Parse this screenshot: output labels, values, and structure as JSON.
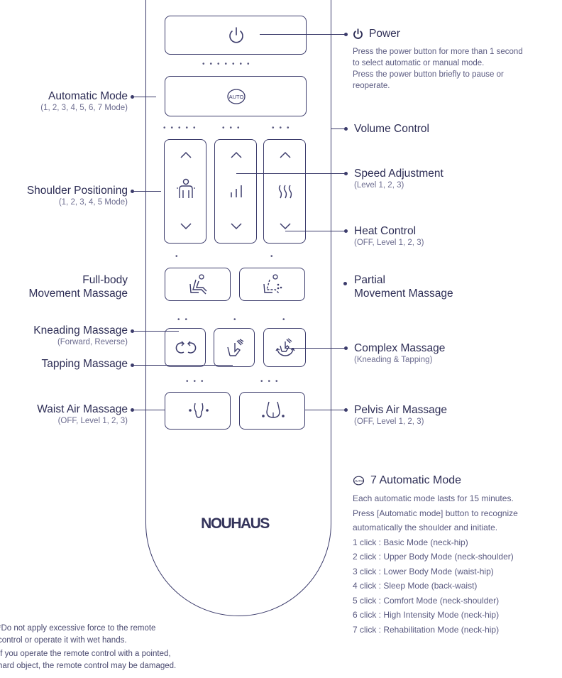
{
  "brand": "NOUHAUS",
  "buttons": {
    "auto_label": "AUTO"
  },
  "callouts": {
    "power": {
      "title": "Power",
      "desc": [
        "Press the power button for more than 1 second",
        "to select automatic or manual mode.",
        "Press the power button briefly to pause or",
        "reoperate."
      ]
    },
    "automatic_mode": {
      "title": "Automatic Mode",
      "sub": "(1, 2, 3, 4, 5, 6, 7 Mode)"
    },
    "volume": {
      "title": "Volume Control"
    },
    "speed": {
      "title": "Speed Adjustment",
      "sub": "(Level 1, 2, 3)"
    },
    "shoulder": {
      "title": "Shoulder Positioning",
      "sub": "(1, 2, 3, 4, 5 Mode)"
    },
    "heat": {
      "title": "Heat Control",
      "sub": "(OFF, Level 1, 2, 3)"
    },
    "fullbody": {
      "title1": "Full-body",
      "title2": "Movement Massage"
    },
    "partial": {
      "title1": "Partial",
      "title2": "Movement Massage"
    },
    "kneading": {
      "title": "Kneading Massage",
      "sub": "(Forward, Reverse)"
    },
    "tapping": {
      "title": "Tapping Massage"
    },
    "complex": {
      "title": "Complex Massage",
      "sub": "(Kneading & Tapping)"
    },
    "waist": {
      "title": "Waist Air Massage",
      "sub": "(OFF, Level 1, 2, 3)"
    },
    "pelvis": {
      "title": "Pelvis Air Massage",
      "sub": "(OFF, Level 1, 2, 3)"
    }
  },
  "auto_modes": {
    "heading": "7 Automatic Mode",
    "lines": [
      "Each automatic mode lasts for 15 minutes.",
      "Press [Automatic mode] button to recognize",
      "automatically the shoulder and initiate.",
      "1 click : Basic Mode (neck-hip)",
      "2 click : Upper Body Mode (neck-shoulder)",
      "3 click : Lower Body Mode (waist-hip)",
      "4 click : Sleep Mode (back-waist)",
      "5 click : Comfort Mode (neck-shoulder)",
      "6 click : High Intensity Mode (neck-hip)",
      "7 click : Rehabilitation Mode (neck-hip)"
    ]
  },
  "notes": [
    "*Do not apply excessive force to the remote",
    "control or operate it with wet hands.",
    "If you operate the remote control with a pointed,",
    "hard object, the remote control may be damaged."
  ]
}
